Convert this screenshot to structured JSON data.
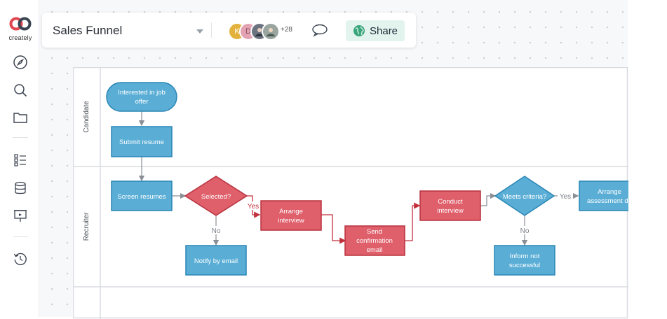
{
  "app": {
    "logo_text": "creately"
  },
  "header": {
    "title": "Sales Funnel",
    "share_label": "Share",
    "avatar_more": "+28",
    "avatar_initials": [
      "K",
      "D"
    ]
  },
  "lanes": [
    "Candidate",
    "Recruiter"
  ],
  "nodes": {
    "interested": [
      "Interested in job",
      "offer"
    ],
    "submit": "Submit resume",
    "screen": "Screen resumes",
    "selected": "Selected?",
    "notify": "Notify by email",
    "arrange_interview": [
      "Arrange",
      "interview"
    ],
    "send_confirmation": [
      "Send",
      "confirmation",
      "email"
    ],
    "conduct_interview": [
      "Conduct",
      "interview"
    ],
    "meets_criteria": "Meets criteria?",
    "inform_not": [
      "Inform not",
      "successful"
    ],
    "arrange_assessment": [
      "Arrange",
      "assessment da"
    ]
  },
  "edges": {
    "yes": "Yes",
    "no": "No"
  },
  "colors": {
    "blue_fill": "#5aaed6",
    "blue_stroke": "#2b86b5",
    "red_fill": "#df5f6b",
    "red_stroke": "#b8323f",
    "red_line": "#c2303c",
    "grey_line": "#8a8f96",
    "lane_border": "#d9dce1",
    "share_bg": "#e3f4ef",
    "share_icon": "#3aa57c"
  }
}
